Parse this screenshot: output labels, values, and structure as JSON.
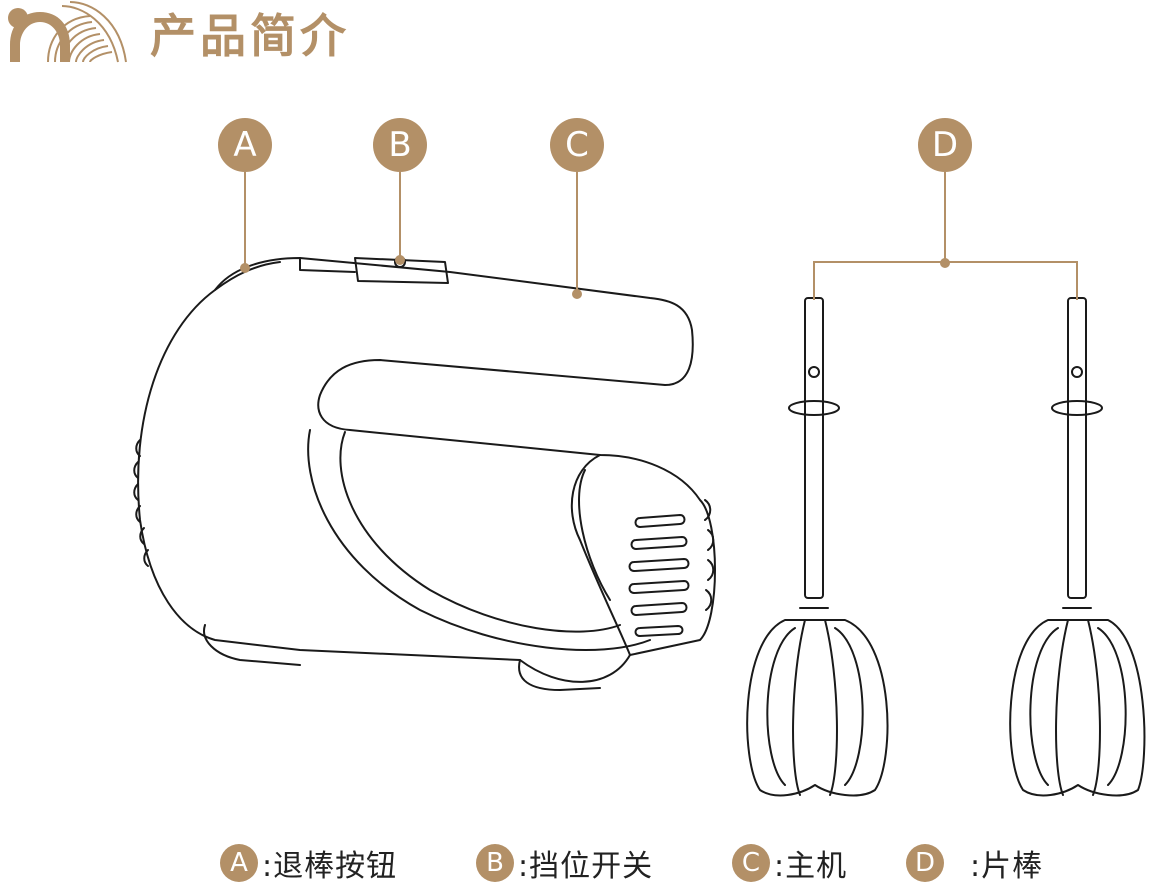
{
  "header": {
    "title": "产品简介",
    "logo_icon": "rainbow-arc-logo",
    "accent_color": "#b39067"
  },
  "callouts": [
    {
      "letter": "A"
    },
    {
      "letter": "B"
    },
    {
      "letter": "C"
    },
    {
      "letter": "D"
    }
  ],
  "legend": [
    {
      "letter": "A",
      "text": ":退棒按钮"
    },
    {
      "letter": "B",
      "text": ":挡位开关"
    },
    {
      "letter": "C",
      "text": ":主机"
    },
    {
      "letter": "D",
      "text": ":片棒"
    }
  ]
}
